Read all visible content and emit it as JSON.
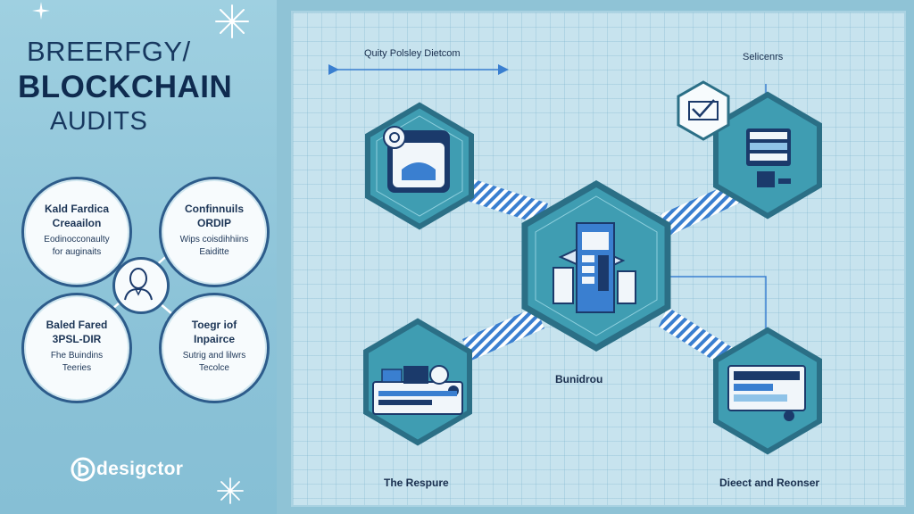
{
  "title": {
    "line1": "BREERFGY/",
    "line2": "BLOCKCHAIN",
    "line3": "AUDITS"
  },
  "bubbles": [
    {
      "line1": "Kald Fardica",
      "line2": "Creaailon",
      "line3": "Eodinocconaulty",
      "line4": "for auginaits"
    },
    {
      "line1": "Confinnuils",
      "line2": "ORDIP",
      "line3": "Wips coisdihhiins",
      "line4": "Eaiditte"
    },
    {
      "line1": "Baled Fared",
      "line2": "3PSL-DIR",
      "line3": "Fhe Buindins",
      "line4": "Teeries"
    },
    {
      "line1": "Toegr iof",
      "line2": "Inpairce",
      "line3": "Sutrig and lilwrs",
      "line4": "Tecolce"
    }
  ],
  "brand": {
    "name": "desigctor"
  },
  "diagram": {
    "top_label": "Quity Polsley Dietcom",
    "top_right_label": "Selicenrs",
    "center_label": "Bunidrou",
    "bottom_left_label": "The Respure",
    "bottom_right_label": "Dieect and Reonser"
  },
  "colors": {
    "background": "#8fc3d6",
    "panel": "#c7e3ee",
    "hex_fill": "#3f9db2",
    "hex_border": "#2b6f86",
    "navy": "#1b3a6b",
    "accent": "#3a7fd0"
  }
}
